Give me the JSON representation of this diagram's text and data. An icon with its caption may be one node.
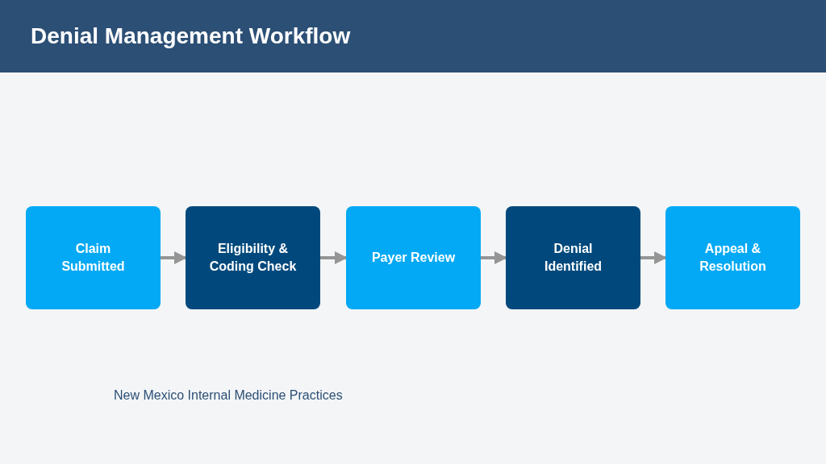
{
  "diagram": {
    "title": "Denial Management Workflow",
    "nodes": [
      {
        "text": [
          "Claim Submitted"
        ]
      },
      {
        "text": [
          "Eligibility & Coding Check"
        ]
      },
      {
        "text": [
          "Payer Review"
        ]
      },
      {
        "text": [
          "Denial Identified"
        ]
      },
      {
        "text": [
          "Appeal & Resolution"
        ]
      }
    ],
    "edges": [
      {
        "from": 0,
        "to": 1,
        "arrow": "to"
      },
      {
        "from": 1,
        "to": 2,
        "arrow": "to"
      },
      {
        "from": 2,
        "to": 3,
        "arrow": "to"
      },
      {
        "from": 3,
        "to": 4,
        "arrow": "to"
      }
    ],
    "labels": [
      "New Mexico Internal Medicine Practices"
    ]
  }
}
